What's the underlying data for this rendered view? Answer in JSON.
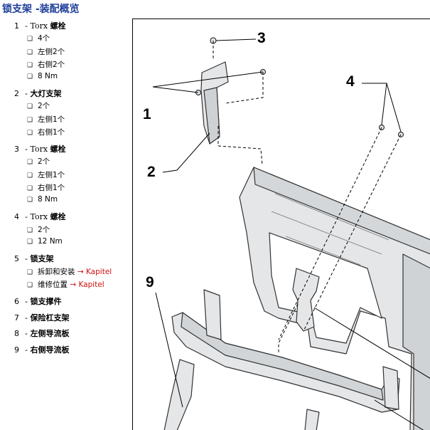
{
  "title": "锁支架 -装配概览",
  "parts": [
    {
      "number": "1",
      "dash": "-",
      "name_prefix": "Torx",
      "name": "螺栓",
      "subs": [
        {
          "text": "4个"
        },
        {
          "text": "左侧2个"
        },
        {
          "text": "右侧2个"
        },
        {
          "text": "8 Nm"
        }
      ]
    },
    {
      "number": "2",
      "dash": "-",
      "name_prefix": "",
      "name": "大灯支架",
      "subs": [
        {
          "text": "2个"
        },
        {
          "text": "左侧1个"
        },
        {
          "text": "右侧1个"
        }
      ]
    },
    {
      "number": "3",
      "dash": "-",
      "name_prefix": "Torx",
      "name": "螺栓",
      "subs": [
        {
          "text": "2个"
        },
        {
          "text": "左侧1个"
        },
        {
          "text": "右侧1个"
        },
        {
          "text": "8 Nm"
        }
      ]
    },
    {
      "number": "4",
      "dash": "-",
      "name_prefix": "Torx",
      "name": "螺栓",
      "subs": [
        {
          "text": "2个"
        },
        {
          "text": "12 Nm"
        }
      ]
    },
    {
      "number": "5",
      "dash": "-",
      "name_prefix": "",
      "name": "锁支架",
      "subs": [
        {
          "text": "拆卸和安装",
          "link": "→ Kapitel"
        },
        {
          "text": "维修位置",
          "link": "→ Kapitel"
        }
      ]
    },
    {
      "number": "6",
      "dash": "-",
      "name_prefix": "",
      "name": "锁支撑件",
      "subs": []
    },
    {
      "number": "7",
      "dash": "-",
      "name_prefix": "",
      "name": "保险杠支架",
      "subs": []
    },
    {
      "number": "8",
      "dash": "-",
      "name_prefix": "",
      "name": "左侧导流板",
      "subs": []
    },
    {
      "number": "9",
      "dash": "-",
      "name_prefix": "",
      "name": "右侧导流板",
      "subs": []
    }
  ],
  "checkbox_glyph": "❑",
  "diagram": {
    "callouts": [
      {
        "label": "1"
      },
      {
        "label": "2"
      },
      {
        "label": "3"
      },
      {
        "label": "4"
      },
      {
        "label": "9"
      }
    ]
  },
  "colors": {
    "title": "#1f3f9a",
    "link": "#d01010",
    "part_fill": "#e4e6e8",
    "part_stroke": "#333333"
  }
}
